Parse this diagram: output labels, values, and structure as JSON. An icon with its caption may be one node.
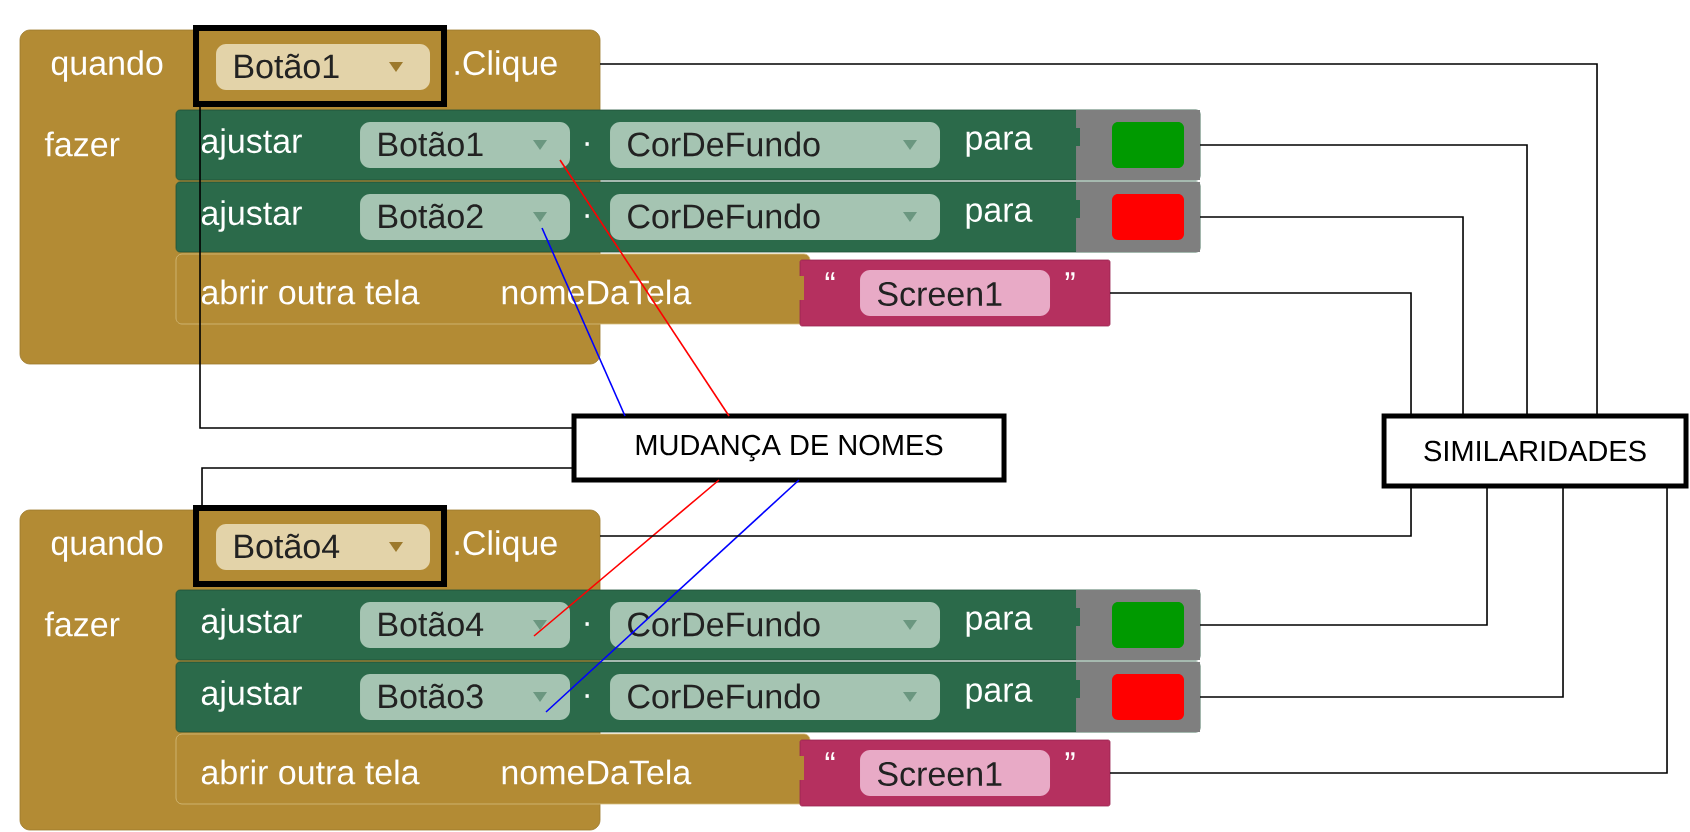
{
  "diagram": {
    "nodes": [
      {
        "text": [
          "quando",
          ".Clique",
          "fazer"
        ]
      },
      {
        "text": [
          "Botão1"
        ],
        "in": 0
      },
      {
        "text": [
          "ajustar",
          ".",
          "para"
        ]
      },
      {
        "text": [
          "Botão1"
        ]
      },
      {
        "text": [
          "CorDeFundo"
        ],
        "in": 2
      },
      {
        "text": [],
        "shape": "box",
        "in": 2
      },
      {
        "text": [
          "ajustar",
          ".",
          "para"
        ]
      },
      {
        "text": [
          "Botão2"
        ]
      },
      {
        "text": [
          "CorDeFundo"
        ],
        "in": 6
      },
      {
        "text": [],
        "shape": "box",
        "in": 6
      },
      {
        "text": [
          "abrir outra tela",
          "nomeDaTela"
        ]
      },
      {
        "text": [
          "“",
          "”"
        ]
      },
      {
        "text": [
          "Screen1"
        ],
        "in": 11
      },
      {
        "text": [
          "MUDANÇA DE NOMES"
        ]
      },
      {
        "text": [
          "SIMILARIDADES"
        ]
      },
      {
        "text": [
          "quando",
          ".Clique",
          "fazer"
        ]
      },
      {
        "text": [
          "Botão4"
        ],
        "in": 15
      },
      {
        "text": [
          "ajustar",
          ".",
          "para"
        ]
      },
      {
        "text": [
          "Botão4"
        ]
      },
      {
        "text": [
          "CorDeFundo"
        ],
        "in": 17
      },
      {
        "text": [],
        "shape": "box",
        "in": 17
      },
      {
        "text": [
          "ajustar",
          ".",
          "para"
        ]
      },
      {
        "text": [
          "Botão3"
        ]
      },
      {
        "text": [
          "CorDeFundo"
        ],
        "in": 21
      },
      {
        "text": [],
        "shape": "box",
        "in": 21
      },
      {
        "text": [
          "abrir outra tela",
          "nomeDaTela"
        ]
      },
      {
        "text": [
          "“",
          "”"
        ]
      },
      {
        "text": [
          "Screen1"
        ],
        "in": 26
      }
    ],
    "edges": [
      {
        "from": 1,
        "to": 13,
        "arrow": "none"
      },
      {
        "from": 13,
        "to": 3,
        "arrow": "none",
        "color": "#ff0000"
      },
      {
        "from": 13,
        "to": 7,
        "arrow": "none",
        "color": "#0000ff"
      },
      {
        "from": 16,
        "to": 13,
        "arrow": "none"
      },
      {
        "from": 13,
        "to": 18,
        "arrow": "none",
        "color": "#ff0000"
      },
      {
        "from": 13,
        "to": 22,
        "arrow": "none",
        "color": "#0000ff"
      },
      {
        "from": 0,
        "to": 14,
        "arrow": "none"
      },
      {
        "from": 5,
        "to": 14,
        "arrow": "none"
      },
      {
        "from": 9,
        "to": 14,
        "arrow": "none"
      },
      {
        "from": 11,
        "to": 14,
        "arrow": "none"
      },
      {
        "from": 14,
        "to": 15,
        "arrow": "none"
      },
      {
        "from": 14,
        "to": 20,
        "arrow": "none"
      },
      {
        "from": 14,
        "to": 24,
        "arrow": "none"
      },
      {
        "from": 14,
        "to": 26,
        "arrow": "none"
      }
    ]
  }
}
